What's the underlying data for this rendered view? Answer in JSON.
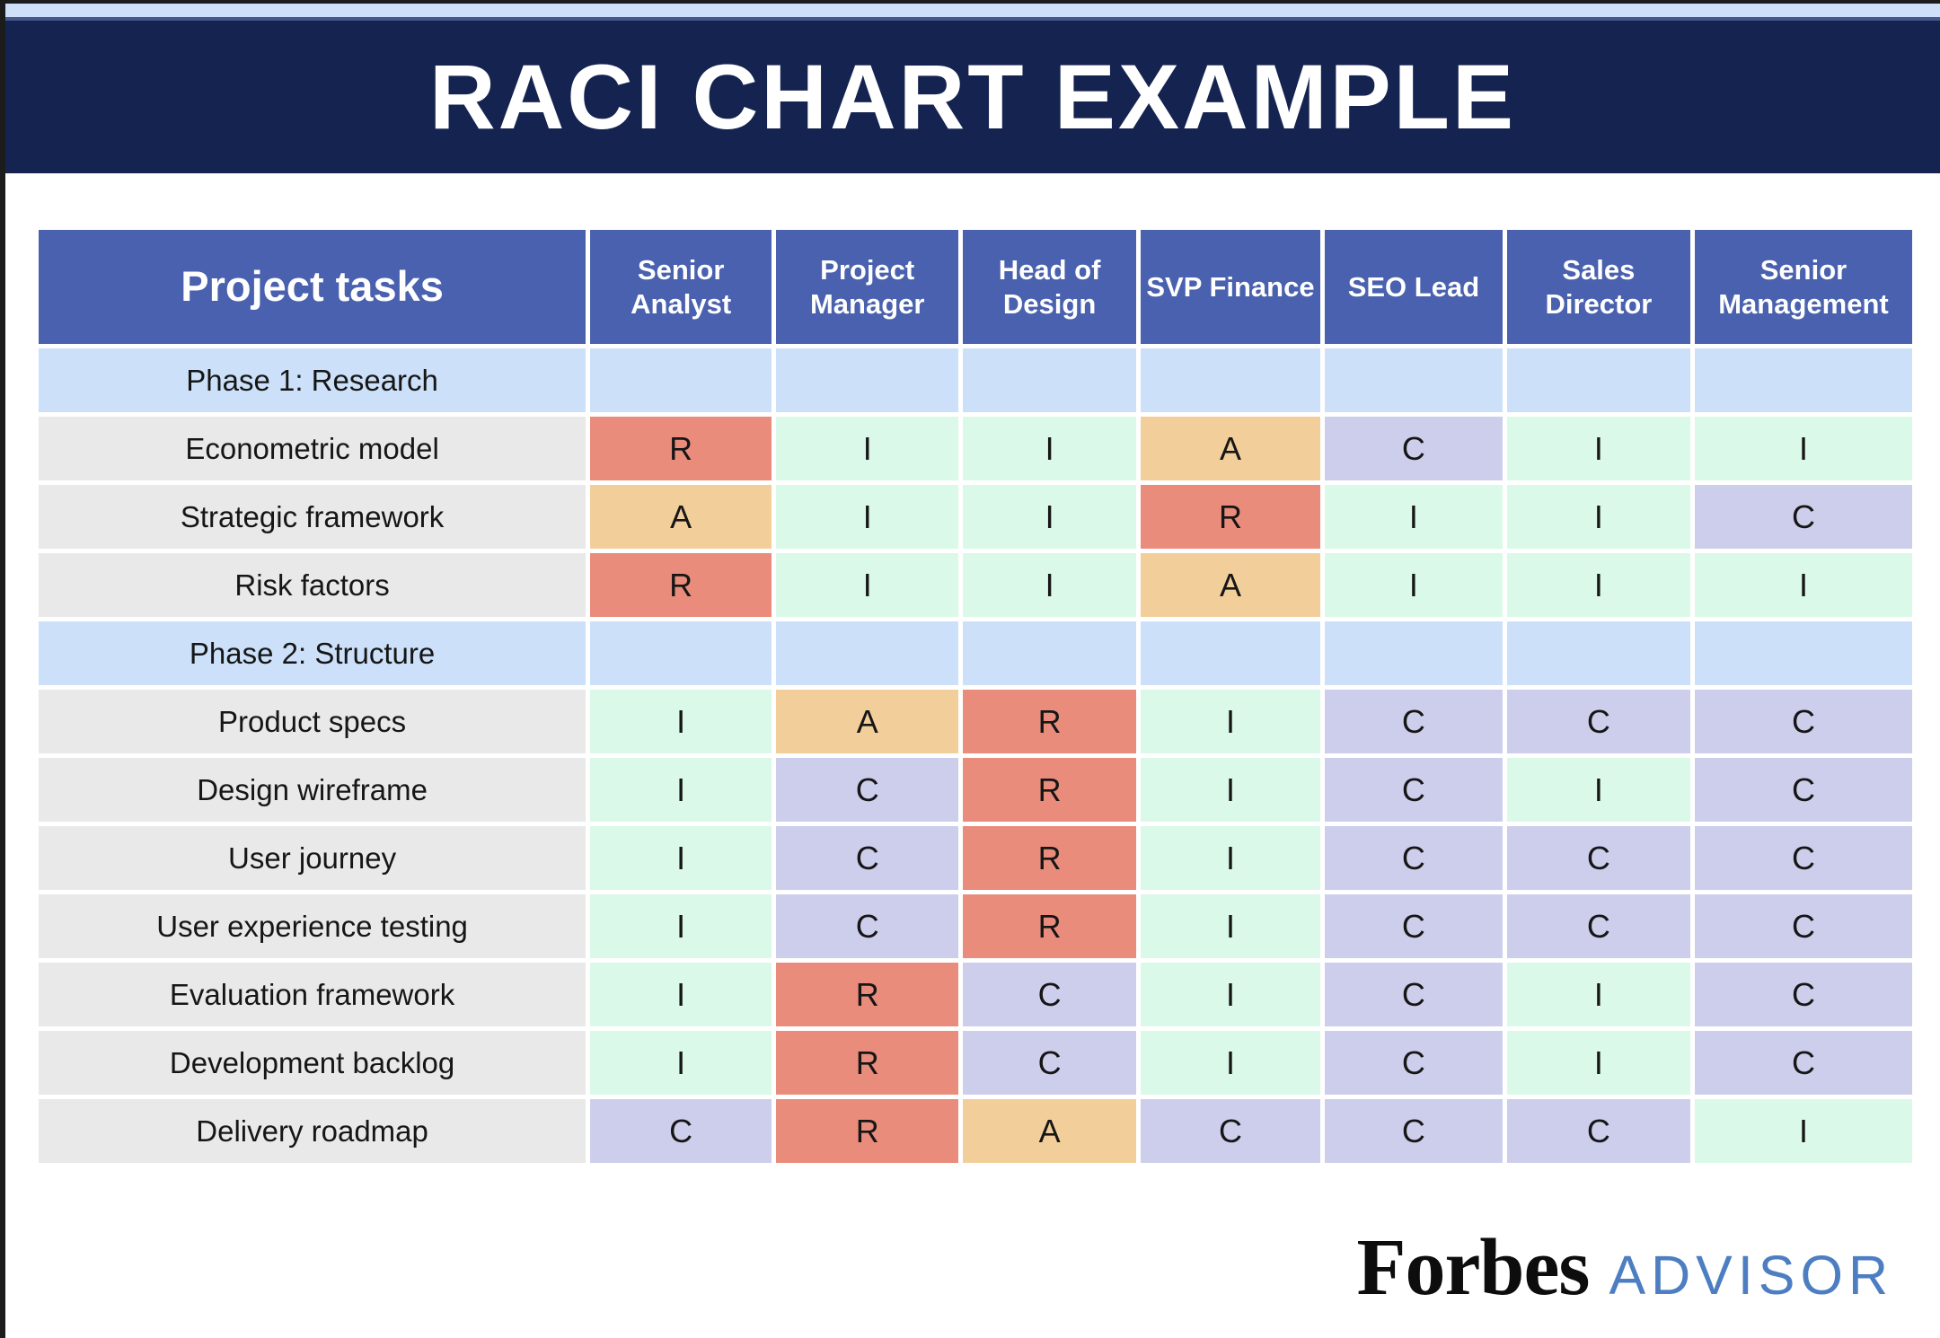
{
  "page": {
    "title": "RACI CHART EXAMPLE"
  },
  "brand": {
    "name": "Forbes",
    "suffix": "ADVISOR"
  },
  "colors": {
    "banner_bg": "#152350",
    "top_band": "#cfe1f9",
    "header_cell_bg": "#4961ae",
    "section_row_bg": "#cce1f9",
    "task_cell_bg": "#e9e9e9",
    "advisor_text": "#4d7ec2",
    "responsible_R": "#e98c7b",
    "accountable_A": "#f2cf9a",
    "consulted_C": "#cdceec",
    "informed_I": "#dbf9e8"
  },
  "chart_data": {
    "type": "table",
    "title": "RACI CHART EXAMPLE",
    "columns": [
      "Project tasks",
      "Senior Analyst",
      "Project Manager",
      "Head of Design",
      "SVP Finance",
      "SEO Lead",
      "Sales Director",
      "Senior Management"
    ],
    "value_colors": {
      "R": "#e98c7b",
      "A": "#f2cf9a",
      "C": "#cdceec",
      "I": "#dbf9e8"
    },
    "rows": [
      {
        "type": "section",
        "label": "Phase 1: Research"
      },
      {
        "type": "task",
        "label": "Econometric model",
        "values": [
          "R",
          "I",
          "I",
          "A",
          "C",
          "I",
          "I"
        ]
      },
      {
        "type": "task",
        "label": "Strategic framework",
        "values": [
          "A",
          "I",
          "I",
          "R",
          "I",
          "I",
          "C"
        ]
      },
      {
        "type": "task",
        "label": "Risk factors",
        "values": [
          "R",
          "I",
          "I",
          "A",
          "I",
          "I",
          "I"
        ]
      },
      {
        "type": "section",
        "label": "Phase 2: Structure"
      },
      {
        "type": "task",
        "label": "Product specs",
        "values": [
          "I",
          "A",
          "R",
          "I",
          "C",
          "C",
          "C"
        ]
      },
      {
        "type": "task",
        "label": "Design wireframe",
        "values": [
          "I",
          "C",
          "R",
          "I",
          "C",
          "I",
          "C"
        ]
      },
      {
        "type": "task",
        "label": "User journey",
        "values": [
          "I",
          "C",
          "R",
          "I",
          "C",
          "C",
          "C"
        ]
      },
      {
        "type": "task",
        "label": "User experience testing",
        "values": [
          "I",
          "C",
          "R",
          "I",
          "C",
          "C",
          "C"
        ]
      },
      {
        "type": "task",
        "label": "Evaluation framework",
        "values": [
          "I",
          "R",
          "C",
          "I",
          "C",
          "I",
          "C"
        ]
      },
      {
        "type": "task",
        "label": "Development backlog",
        "values": [
          "I",
          "R",
          "C",
          "I",
          "C",
          "I",
          "C"
        ]
      },
      {
        "type": "task",
        "label": "Delivery roadmap",
        "values": [
          "C",
          "R",
          "A",
          "C",
          "C",
          "C",
          "I"
        ]
      }
    ]
  }
}
